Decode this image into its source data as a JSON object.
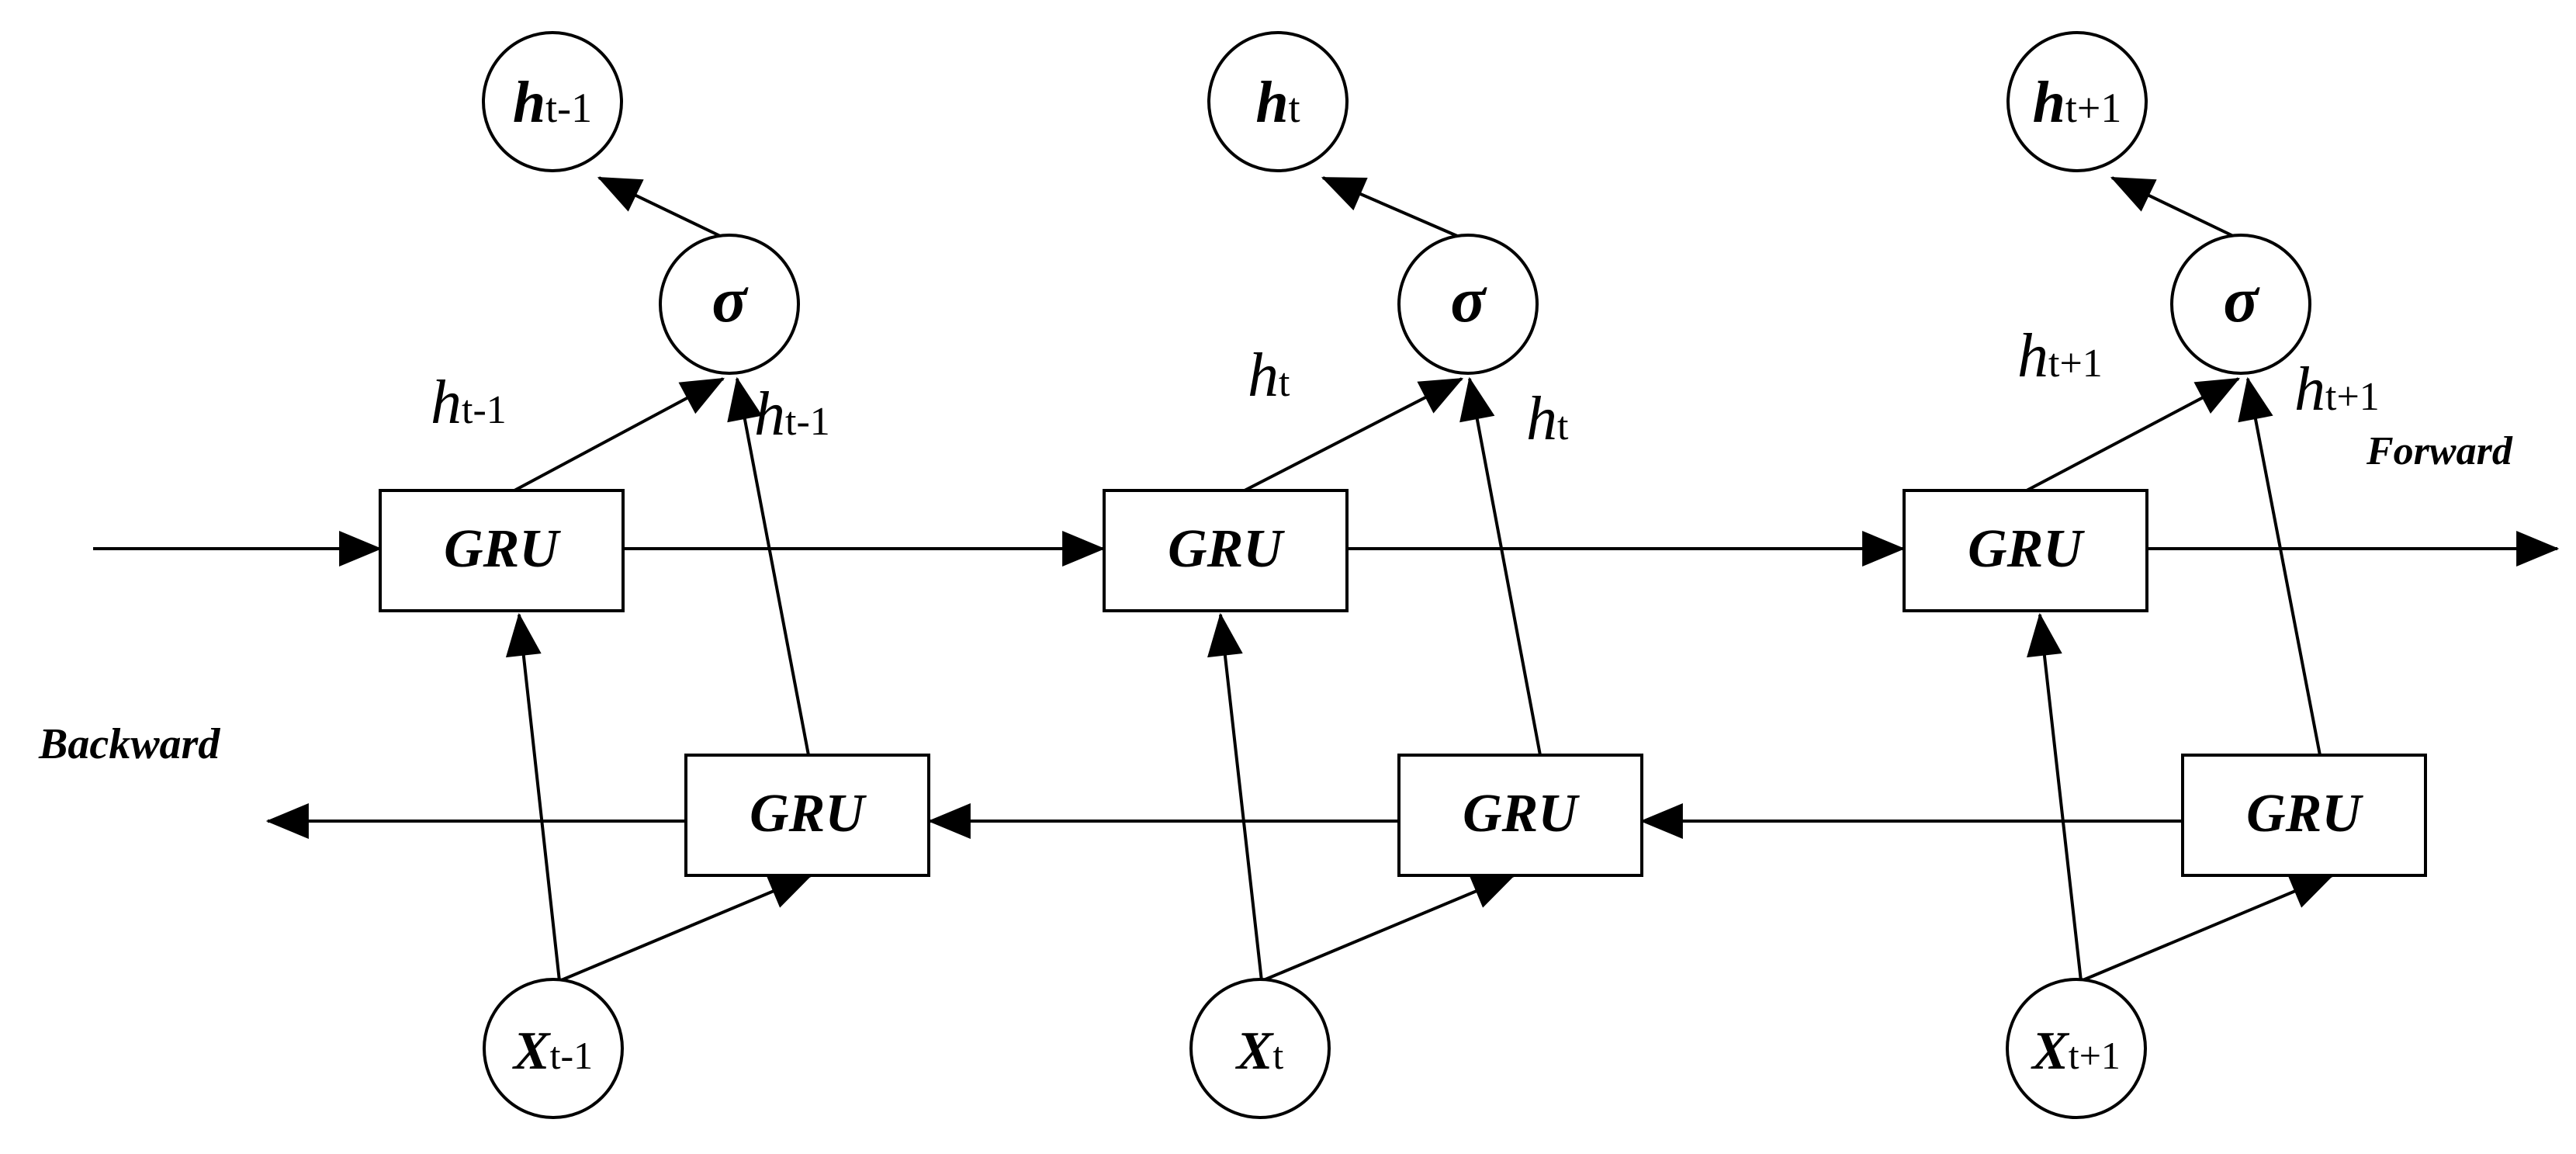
{
  "directions": {
    "forward": "Forward",
    "backward": "Backward"
  },
  "gru_label": "GRU",
  "sigma_symbol": "σ",
  "columns": [
    {
      "id": "t-1",
      "output": {
        "base": "h",
        "sub": "t-1"
      },
      "input": {
        "base": "X",
        "sub": "t-1"
      },
      "forward_state": {
        "base": "h",
        "sub": "t-1"
      },
      "backward_state": {
        "base": "h",
        "sub": "t-1"
      }
    },
    {
      "id": "t",
      "output": {
        "base": "h",
        "sub": "t"
      },
      "input": {
        "base": "X",
        "sub": "t"
      },
      "forward_state": {
        "base": "h",
        "sub": "t"
      },
      "backward_state": {
        "base": "h",
        "sub": "t"
      }
    },
    {
      "id": "t+1",
      "output": {
        "base": "h",
        "sub": "t+1"
      },
      "input": {
        "base": "X",
        "sub": "t+1"
      },
      "forward_state": {
        "base": "h",
        "sub": "t+1"
      },
      "backward_state": {
        "base": "h",
        "sub": "t+1"
      }
    }
  ],
  "colors": {
    "stroke": "#000000",
    "background": "#ffffff"
  }
}
